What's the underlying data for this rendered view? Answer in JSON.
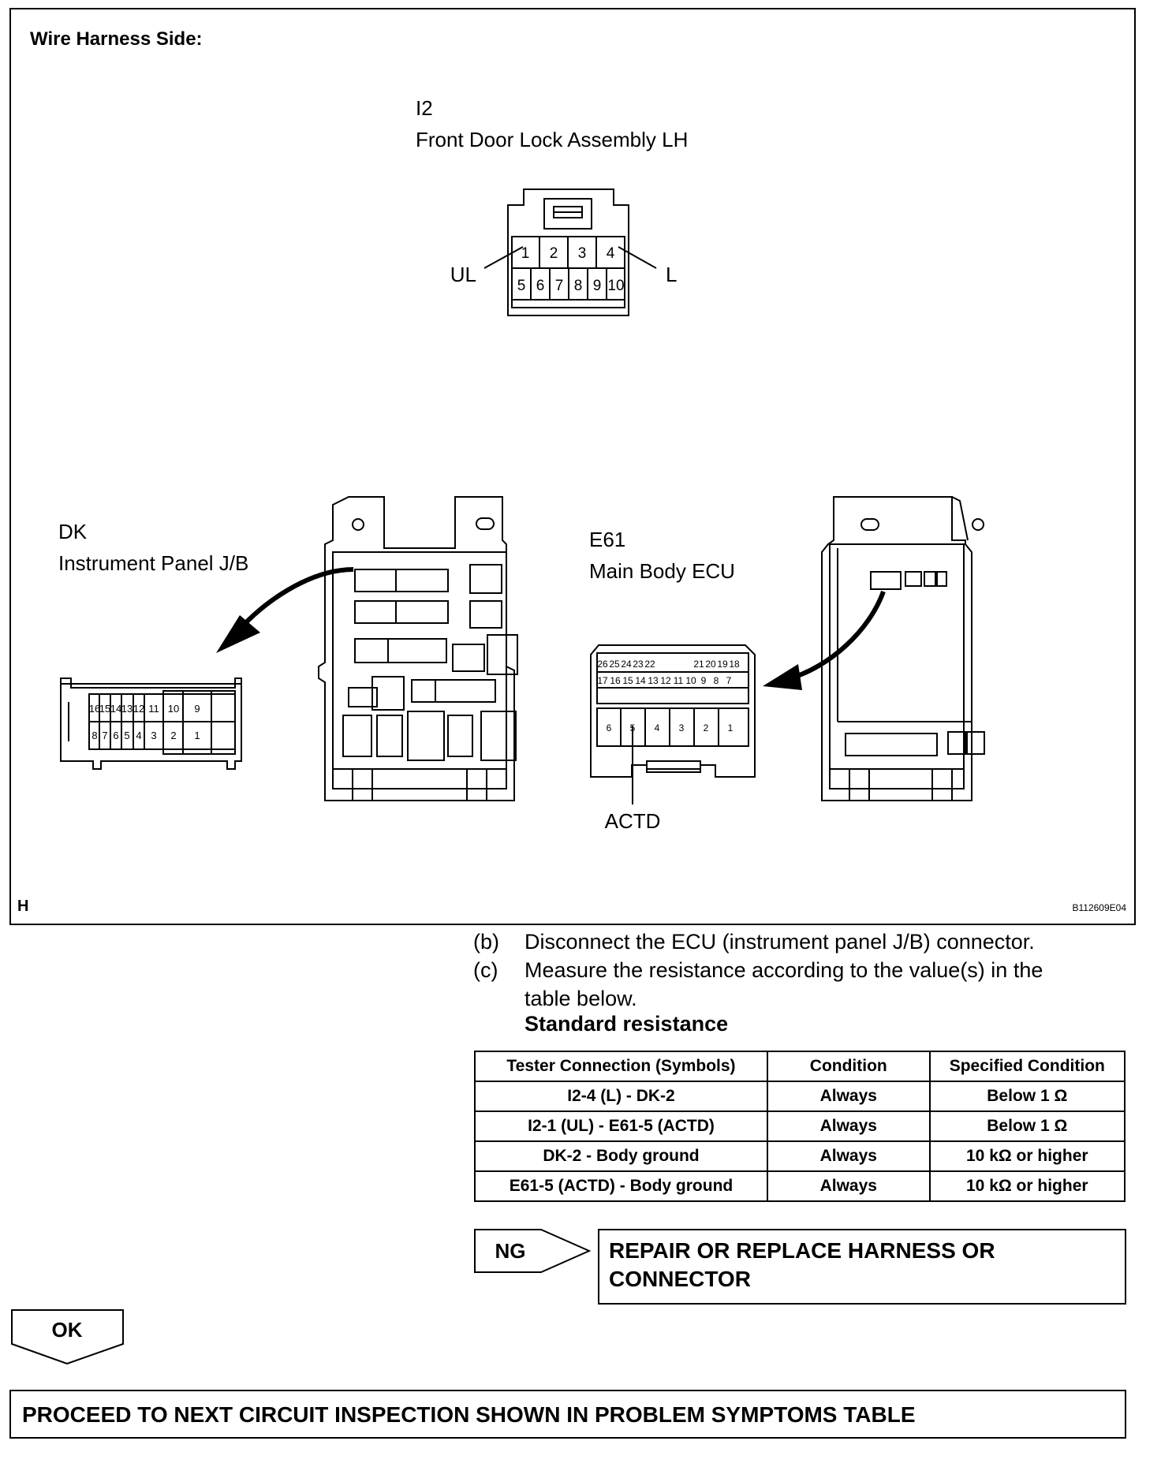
{
  "figure": {
    "heading": "Wire Harness Side:",
    "corner_letter": "H",
    "figure_code": "B112609E04",
    "connector_i2": {
      "code": "I2",
      "name": "Front Door Lock Assembly LH",
      "top_row_pins": [
        "1",
        "2",
        "3",
        "4"
      ],
      "bottom_row_pins": [
        "5",
        "6",
        "7",
        "8",
        "9",
        "10"
      ],
      "left_callout": "UL",
      "right_callout": "L"
    },
    "connector_dk": {
      "code": "DK",
      "name": "Instrument Panel J/B",
      "top_row_pins": [
        "16",
        "15",
        "14",
        "13",
        "12",
        "11",
        "10",
        "9"
      ],
      "bottom_row_pins": [
        "8",
        "7",
        "6",
        "5",
        "4",
        "3",
        "2",
        "1"
      ]
    },
    "connector_e61": {
      "code": "E61",
      "name": "Main Body ECU",
      "row1_left_pins": [
        "26",
        "25",
        "24",
        "23",
        "22"
      ],
      "row1_right_pins": [
        "21",
        "20",
        "19",
        "18"
      ],
      "row2_pins": [
        "17",
        "16",
        "15",
        "14",
        "13",
        "12",
        "11",
        "10",
        "9",
        "8",
        "7"
      ],
      "row3_pins": [
        "6",
        "5",
        "4",
        "3",
        "2",
        "1"
      ],
      "callout": "ACTD"
    }
  },
  "steps": [
    {
      "letter": "(b)",
      "text": "Disconnect the ECU (instrument panel J/B) connector."
    },
    {
      "letter": "(c)",
      "text": "Measure the resistance according to the value(s) in the table below."
    }
  ],
  "table": {
    "title": "Standard resistance",
    "headers": [
      "Tester Connection (Symbols)",
      "Condition",
      "Specified Condition"
    ],
    "rows": [
      [
        "I2-4 (L) - DK-2",
        "Always",
        "Below 1 Ω"
      ],
      [
        "I2-1 (UL) - E61-5 (ACTD)",
        "Always",
        "Below 1 Ω"
      ],
      [
        "DK-2 - Body ground",
        "Always",
        "10 kΩ or higher"
      ],
      [
        "E61-5 (ACTD) - Body ground",
        "Always",
        "10 kΩ or higher"
      ]
    ]
  },
  "ng": {
    "label": "NG",
    "action_line1": "REPAIR OR REPLACE HARNESS OR",
    "action_line2": "CONNECTOR"
  },
  "ok": {
    "label": "OK"
  },
  "proceed": {
    "text": "PROCEED TO NEXT CIRCUIT INSPECTION SHOWN IN PROBLEM SYMPTOMS TABLE"
  }
}
